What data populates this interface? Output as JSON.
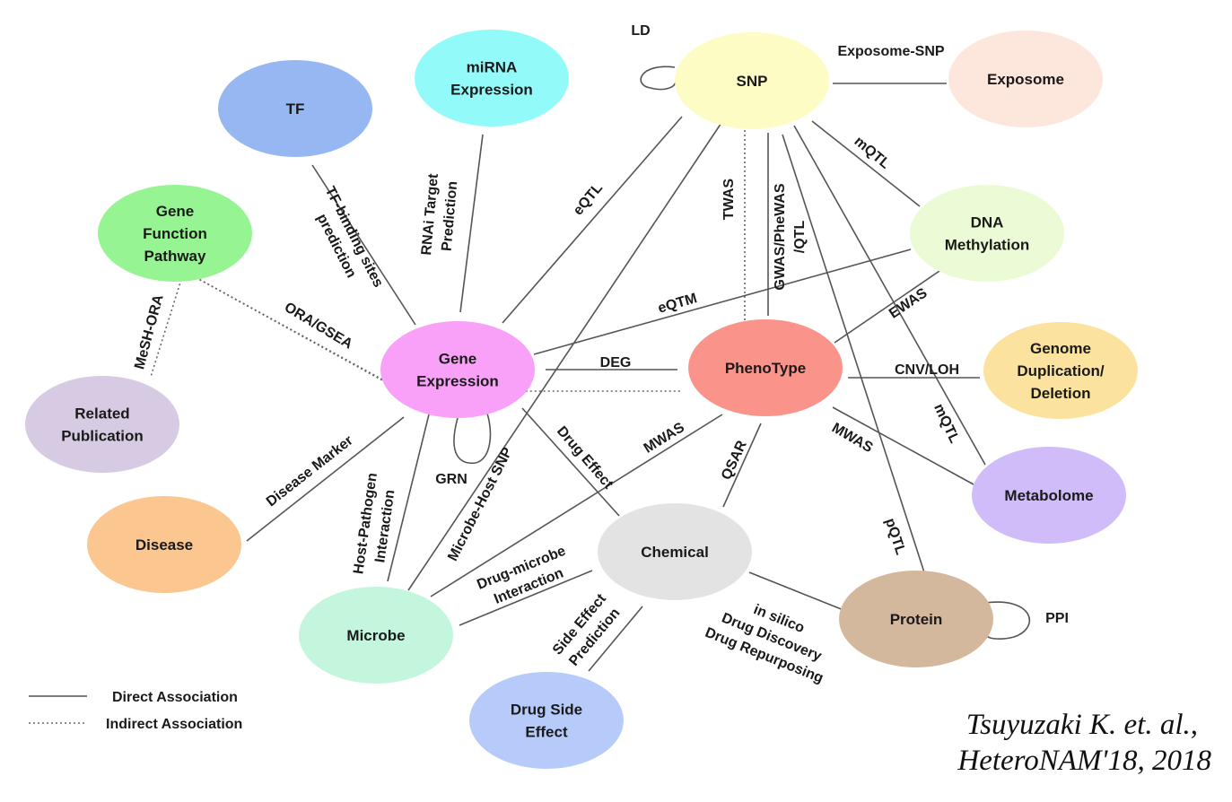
{
  "diagram": {
    "nodes": [
      {
        "id": "tf",
        "lines": [
          "TF"
        ],
        "color": "#97b7f2"
      },
      {
        "id": "mirna",
        "lines": [
          "miRNA",
          "Expression"
        ],
        "color": "#93fafa"
      },
      {
        "id": "snp",
        "lines": [
          "SNP"
        ],
        "color": "#fcfcc4"
      },
      {
        "id": "exposome",
        "lines": [
          "Exposome"
        ],
        "color": "#fde7dc"
      },
      {
        "id": "gene-function",
        "lines": [
          "Gene",
          "Function",
          "Pathway"
        ],
        "color": "#96f592"
      },
      {
        "id": "dna-methylation",
        "lines": [
          "DNA",
          "Methylation"
        ],
        "color": "#ebfbd5"
      },
      {
        "id": "gene-expression",
        "lines": [
          "Gene",
          "Expression"
        ],
        "color": "#f9a1f9"
      },
      {
        "id": "phenotype",
        "lines": [
          "PhenoType"
        ],
        "color": "#fa948b"
      },
      {
        "id": "genome-dup",
        "lines": [
          "Genome",
          "Duplication/",
          "Deletion"
        ],
        "color": "#fbe39f"
      },
      {
        "id": "related-pub",
        "lines": [
          "Related",
          "Publication"
        ],
        "color": "#d7cbe3"
      },
      {
        "id": "metabolome",
        "lines": [
          "Metabolome"
        ],
        "color": "#d1bcfa"
      },
      {
        "id": "disease",
        "lines": [
          "Disease"
        ],
        "color": "#fbc68f"
      },
      {
        "id": "chemical",
        "lines": [
          "Chemical"
        ],
        "color": "#e3e3e3"
      },
      {
        "id": "protein",
        "lines": [
          "Protein"
        ],
        "color": "#d4b89d"
      },
      {
        "id": "microbe",
        "lines": [
          "Microbe"
        ],
        "color": "#c4f6de"
      },
      {
        "id": "drug-side-effect",
        "lines": [
          "Drug Side",
          "Effect"
        ],
        "color": "#b6cbfa"
      }
    ],
    "edges": [
      {
        "id": "tf-binding",
        "lines": [
          "TF-binding sites",
          "prediction"
        ],
        "style": "direct"
      },
      {
        "id": "rnai",
        "lines": [
          "RNAi Target",
          "Prediction"
        ],
        "style": "direct"
      },
      {
        "id": "eqtl",
        "lines": [
          "eQTL"
        ],
        "style": "direct"
      },
      {
        "id": "twas",
        "lines": [
          "TWAS"
        ],
        "style": "indirect"
      },
      {
        "id": "gwas",
        "lines": [
          "GWAS/PheWAS",
          "/QTL"
        ],
        "style": "direct"
      },
      {
        "id": "exposome-snp",
        "lines": [
          "Exposome-SNP"
        ],
        "style": "direct"
      },
      {
        "id": "mqtl-dna",
        "lines": [
          "mQTL"
        ],
        "style": "direct"
      },
      {
        "id": "ld",
        "lines": [
          "LD"
        ],
        "style": "direct"
      },
      {
        "id": "eqtm",
        "lines": [
          "eQTM"
        ],
        "style": "direct"
      },
      {
        "id": "ewas",
        "lines": [
          "EWAS"
        ],
        "style": "direct"
      },
      {
        "id": "deg",
        "lines": [
          "DEG"
        ],
        "style": "direct"
      },
      {
        "id": "cnv",
        "lines": [
          "CNV/LOH"
        ],
        "style": "direct"
      },
      {
        "id": "mesh-ora",
        "lines": [
          "MeSH-ORA"
        ],
        "style": "indirect"
      },
      {
        "id": "ora-gsea",
        "lines": [
          "ORA/GSEA"
        ],
        "style": "indirect"
      },
      {
        "id": "grn",
        "lines": [
          "GRN"
        ],
        "style": "direct"
      },
      {
        "id": "disease-marker",
        "lines": [
          "Disease Marker"
        ],
        "style": "direct"
      },
      {
        "id": "host-pathogen",
        "lines": [
          "Host-Pathogen",
          "Interaction"
        ],
        "style": "direct"
      },
      {
        "id": "microbe-host-snp",
        "lines": [
          "Microbe-Host SNP"
        ],
        "style": "direct"
      },
      {
        "id": "drug-effect",
        "lines": [
          "Drug Effect"
        ],
        "style": "direct"
      },
      {
        "id": "mwas-microbe",
        "lines": [
          "MWAS"
        ],
        "style": "direct"
      },
      {
        "id": "qsar",
        "lines": [
          "QSAR"
        ],
        "style": "direct"
      },
      {
        "id": "mwas-metabolome",
        "lines": [
          "MWAS"
        ],
        "style": "direct"
      },
      {
        "id": "mqtl-metabolome",
        "lines": [
          "mQTL"
        ],
        "style": "direct"
      },
      {
        "id": "pqtl",
        "lines": [
          "pQTL"
        ],
        "style": "direct"
      },
      {
        "id": "drug-microbe",
        "lines": [
          "Drug-microbe",
          "Interaction"
        ],
        "style": "direct"
      },
      {
        "id": "side-effect-pred",
        "lines": [
          "Side Effect",
          "Prediction"
        ],
        "style": "direct"
      },
      {
        "id": "in-silico",
        "lines": [
          "in silico",
          "Drug Discovery",
          "Drug Repurposing"
        ],
        "style": "direct"
      },
      {
        "id": "ppi",
        "lines": [
          "PPI"
        ],
        "style": "direct"
      }
    ]
  },
  "legend": {
    "direct": "Direct Association",
    "indirect": "Indirect Association"
  },
  "citation": {
    "line1": "Tsuyuzaki K. et. al.,",
    "line2": "HeteroNAM'18, 2018"
  }
}
